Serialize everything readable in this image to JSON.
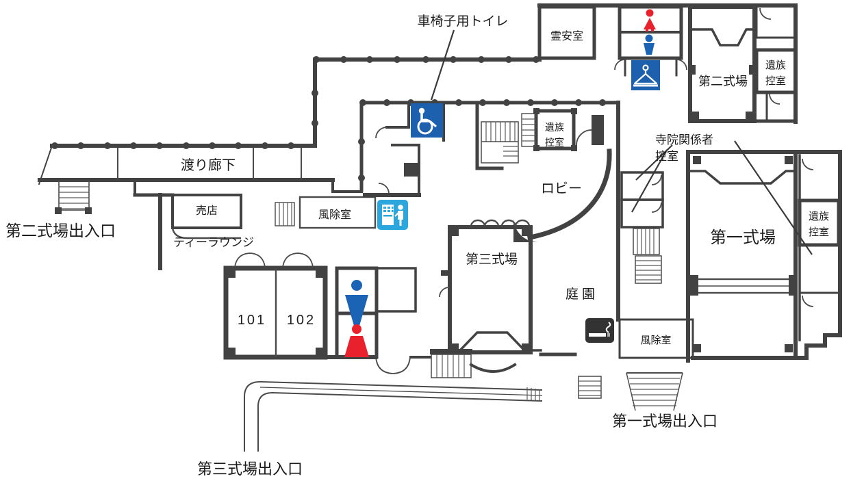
{
  "labels": {
    "wheelchair_toilet": "車椅子用トイレ",
    "mortuary": "霊安室",
    "hall1": "第一式場",
    "hall2": "第二式場",
    "hall3": "第三式場",
    "family_waiting_1": "遺族",
    "family_waiting_2": "控室",
    "corridor": "渡り廊下",
    "shop": "売店",
    "tea_lounge": "ティーラウンジ",
    "windbreak": "風除室",
    "lobby": "ロビー",
    "temple_staff_1": "寺院関係者",
    "temple_staff_2": "控室",
    "garden": "庭園",
    "room101": "101",
    "room102": "102",
    "entrance_hall1": "第一式場出入口",
    "entrance_hall2": "第二式場出入口",
    "entrance_hall3": "第三式場出入口"
  },
  "icons": {
    "wheelchair_toilet_icon": "wheelchair symbol (accessible toilet)",
    "male_toilet_icon": "male figure",
    "female_toilet_icon": "female figure",
    "vending_machine_icon": "vending machine with person",
    "cloakroom_hanger_icon": "clothes hanger",
    "smoking_area_icon": "cigarette with smoke"
  },
  "colors": {
    "wall": "#424242",
    "text": "#1c1c1c",
    "accessible_blue": "#1c60ae",
    "male_blue": "#1a63b5",
    "female_red": "#e8212c",
    "vending_light_blue": "#2ba7de",
    "smoking_dark": "#333333"
  }
}
